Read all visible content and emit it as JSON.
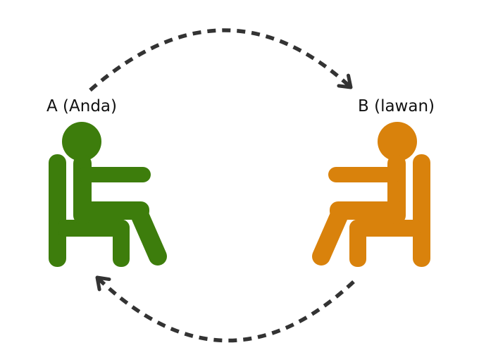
{
  "participants": {
    "a": {
      "label": "A (Anda)",
      "color": "#3d7d0c",
      "icon": "seated-person-icon"
    },
    "b": {
      "label": "B (lawan)",
      "color": "#d9820c",
      "icon": "seated-person-icon"
    }
  },
  "arrows": {
    "color": "#333333",
    "top_direction": "a-to-b",
    "bottom_direction": "b-to-a"
  }
}
